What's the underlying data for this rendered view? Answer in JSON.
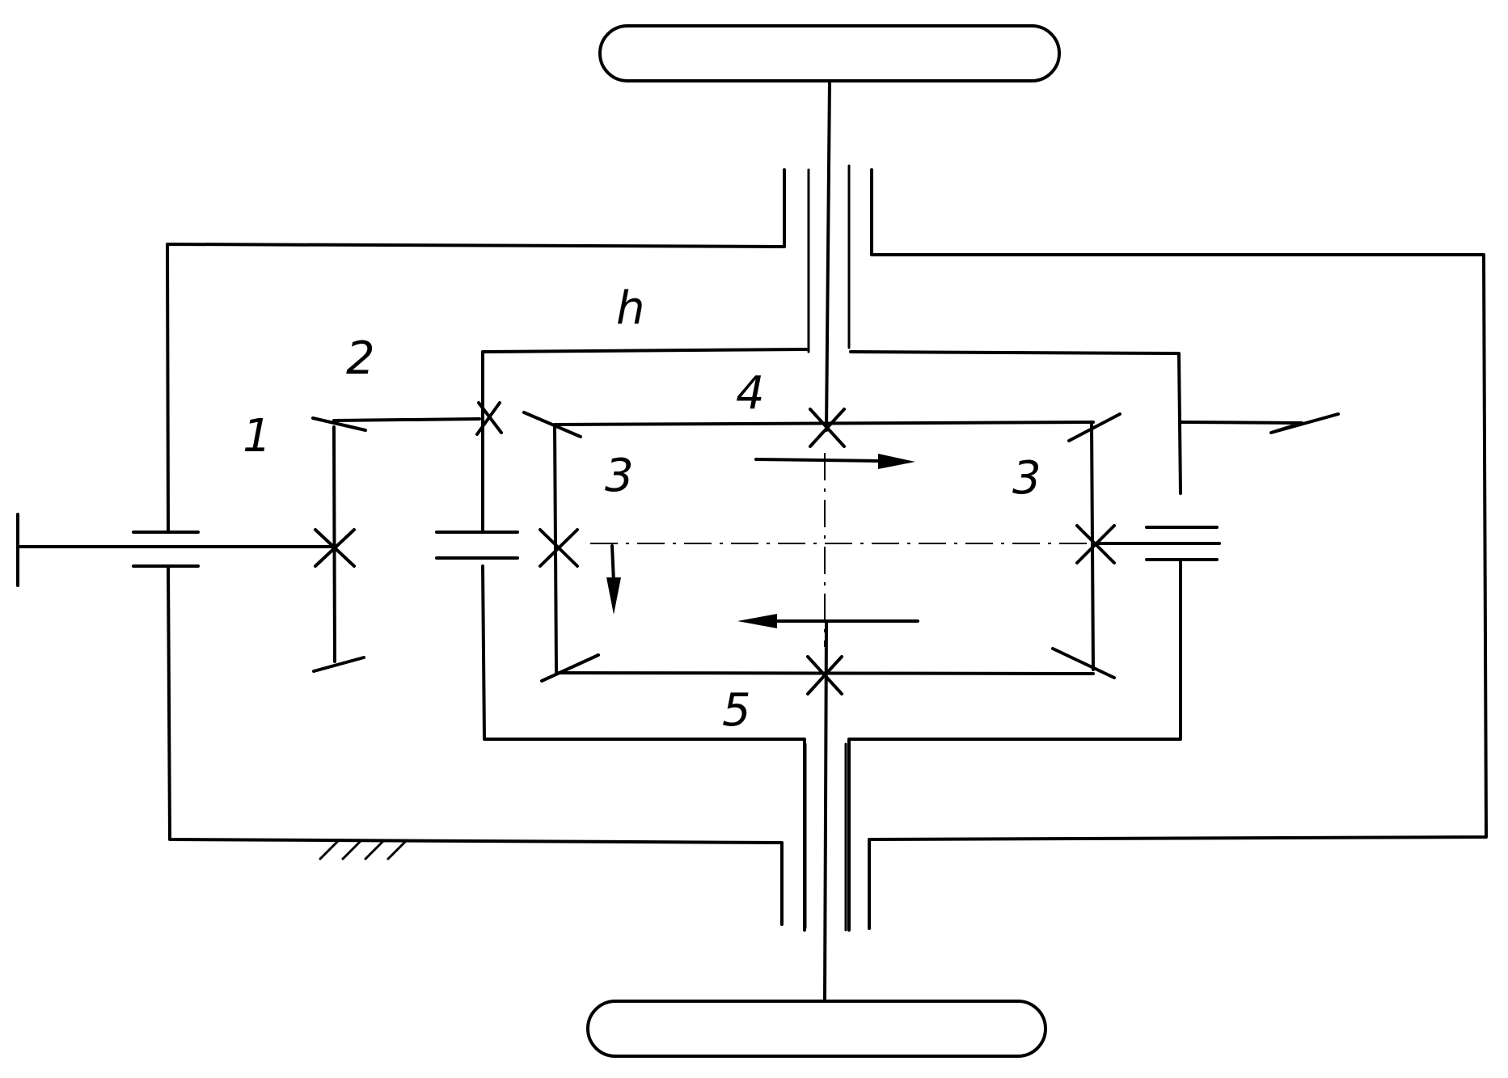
{
  "labels": {
    "gear_1": "1",
    "gear_2": "2",
    "carrier_h": "h",
    "gear_3_left": "3",
    "gear_3_right": "3",
    "gear_4": "4",
    "gear_5": "5"
  },
  "colors": {
    "ink": "#000000",
    "paper": "#ffffff"
  }
}
